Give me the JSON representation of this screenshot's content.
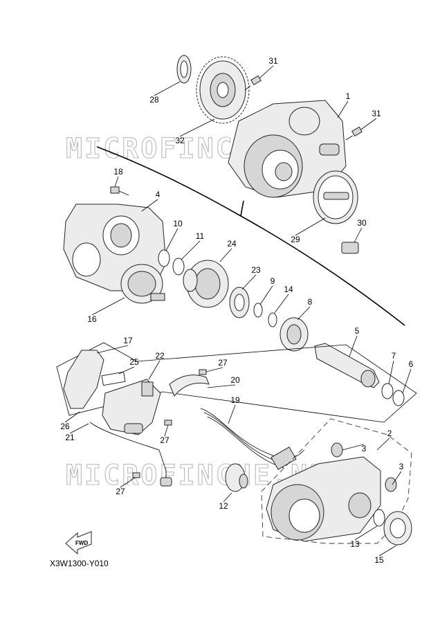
{
  "diagram": {
    "drawing_code": "X3W1300-Y010",
    "watermark": "MICROFINCHE.NET",
    "fwd_label": "FWD",
    "callouts": [
      {
        "id": "c1",
        "label": "1"
      },
      {
        "id": "c2",
        "label": "2"
      },
      {
        "id": "c3a",
        "label": "3"
      },
      {
        "id": "c3b",
        "label": "3"
      },
      {
        "id": "c4",
        "label": "4"
      },
      {
        "id": "c5",
        "label": "5"
      },
      {
        "id": "c6",
        "label": "6"
      },
      {
        "id": "c7",
        "label": "7"
      },
      {
        "id": "c8",
        "label": "8"
      },
      {
        "id": "c9",
        "label": "9"
      },
      {
        "id": "c10",
        "label": "10"
      },
      {
        "id": "c11",
        "label": "11"
      },
      {
        "id": "c12",
        "label": "12"
      },
      {
        "id": "c13",
        "label": "13"
      },
      {
        "id": "c14",
        "label": "14"
      },
      {
        "id": "c15",
        "label": "15"
      },
      {
        "id": "c16",
        "label": "16"
      },
      {
        "id": "c17",
        "label": "17"
      },
      {
        "id": "c18",
        "label": "18"
      },
      {
        "id": "c19",
        "label": "19"
      },
      {
        "id": "c20",
        "label": "20"
      },
      {
        "id": "c21",
        "label": "21"
      },
      {
        "id": "c22",
        "label": "22"
      },
      {
        "id": "c23",
        "label": "23"
      },
      {
        "id": "c24",
        "label": "24"
      },
      {
        "id": "c25",
        "label": "25"
      },
      {
        "id": "c26",
        "label": "26"
      },
      {
        "id": "c27a",
        "label": "27"
      },
      {
        "id": "c27b",
        "label": "27"
      },
      {
        "id": "c27c",
        "label": "27"
      },
      {
        "id": "c28",
        "label": "28"
      },
      {
        "id": "c29",
        "label": "29"
      },
      {
        "id": "c30",
        "label": "30"
      },
      {
        "id": "c31a",
        "label": "31"
      },
      {
        "id": "c31b",
        "label": "31"
      },
      {
        "id": "c32",
        "label": "32"
      }
    ]
  }
}
